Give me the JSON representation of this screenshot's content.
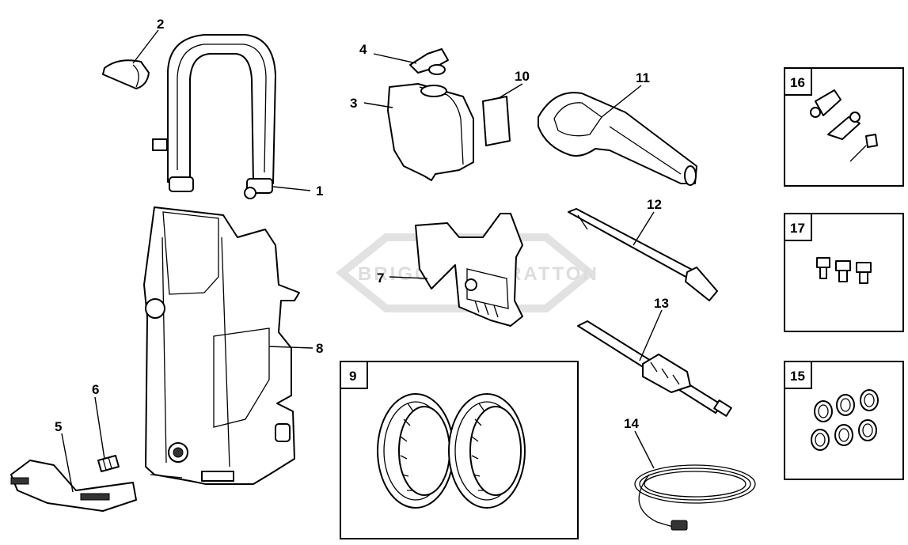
{
  "watermark": {
    "text": "BRIGGS & STRATTON"
  },
  "callouts": {
    "c1": "1",
    "c2": "2",
    "c3": "3",
    "c4": "4",
    "c5": "5",
    "c6": "6",
    "c7": "7",
    "c8": "8",
    "c9": "9",
    "c10": "10",
    "c11": "11",
    "c12": "12",
    "c13": "13",
    "c14": "14",
    "c15": "15",
    "c16": "16",
    "c17": "17"
  },
  "colors": {
    "line": "#000000",
    "background": "#ffffff",
    "watermark": "#dddddd"
  }
}
